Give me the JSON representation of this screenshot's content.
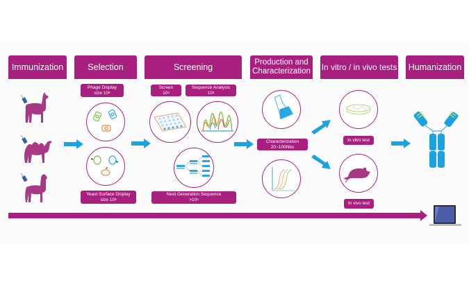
{
  "colors": {
    "brand_purple": "#a91f7f",
    "arrow_blue": "#1aa3e0",
    "background": "#fcfcfc"
  },
  "stages": [
    {
      "label": "Immunization"
    },
    {
      "label": "Selection"
    },
    {
      "label": "Screening"
    },
    {
      "label": "Production and Characterization",
      "line1": "Production and",
      "line2": "Characterization"
    },
    {
      "label": "In vitro / in vivo tests"
    },
    {
      "label": "Humanization"
    }
  ],
  "immunization": {
    "animals": [
      "llama",
      "camel",
      "alpaca"
    ]
  },
  "selection": {
    "phage": {
      "line1": "Phage Display",
      "line2": "size 10",
      "exp": "9"
    },
    "yeast": {
      "line1": "Yeast Surface Display",
      "line2": "size 10",
      "exp": "9"
    }
  },
  "screening": {
    "screen": {
      "line1": "Screen",
      "line2": "10",
      "exp": "4"
    },
    "sequence": {
      "line1": "Sequence Analysis",
      "line2": "10",
      "exp": "3"
    },
    "ngs": {
      "line1": "Next Generation Sequence",
      "line2": ">10",
      "exp": "4"
    }
  },
  "production": {
    "characterization": {
      "line1": "Characterization",
      "line2": "20~100Nbs"
    }
  },
  "tests": {
    "in_vitro": "In vitro test",
    "in_vivo": "In vivo test"
  },
  "icons": [
    "syringe-icon",
    "llama-icon",
    "camel-icon",
    "alpaca-icon",
    "phage-icon",
    "yeast-icon",
    "microarray-icon",
    "chromatogram-icon",
    "ngs-tree-icon",
    "flask-icon",
    "curves-chart-icon",
    "petri-dish-icon",
    "mouse-icon",
    "antibody-icon",
    "laptop-icon"
  ]
}
